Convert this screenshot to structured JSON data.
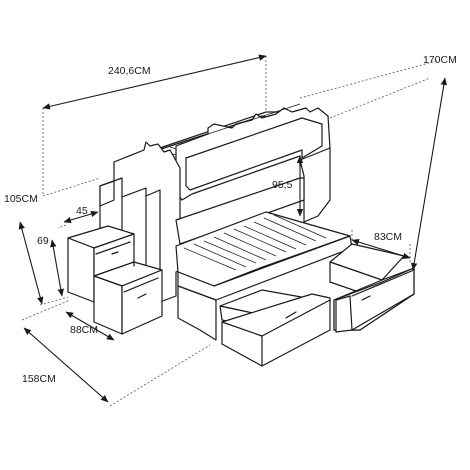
{
  "dimensions": {
    "length": "240,6CM",
    "total_height": "170CM",
    "upper_height": "105CM",
    "clearance": "95,5",
    "step_depth": "45",
    "drawer_depth": "83CM",
    "stair_height": "69",
    "stair_width": "88CM",
    "total_width": "158CM"
  },
  "colors": {
    "line": "#1a1a1a",
    "background": "#ffffff"
  }
}
